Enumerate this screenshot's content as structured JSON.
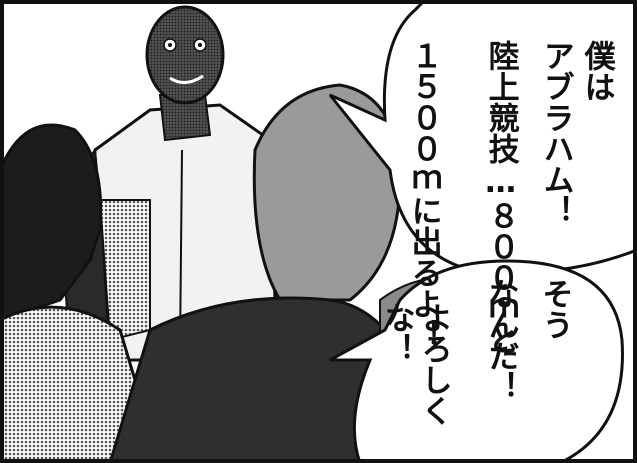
{
  "speech_bubbles": [
    {
      "columns": [
        "僕は",
        "アブラハム！",
        "陸上競技…８００ｍと",
        "１５００ｍに出るよ！"
      ]
    },
    {
      "columns": [
        "そう",
        "なんだ！",
        "よろしく",
        "な！"
      ]
    }
  ],
  "colors": {
    "ink": "#111111",
    "paper": "#ffffff",
    "screentone": "#9a9a9a",
    "dark_tone": "#3a3a3a"
  }
}
